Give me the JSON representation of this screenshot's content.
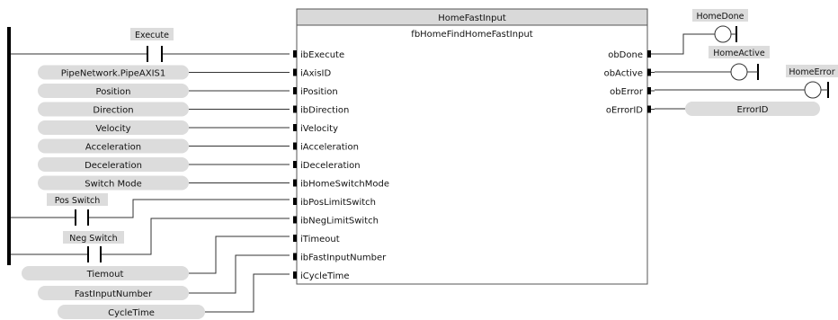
{
  "block": {
    "type_name": "HomeFastInput",
    "instance_name": "fbHomeFindHomeFastInput",
    "inputs": [
      "ibExecute",
      "iAxisID",
      "iPosition",
      "ibDirection",
      "iVelocity",
      "iAcceleration",
      "iDeceleration",
      "ibHomeSwitchMode",
      "ibPosLimitSwitch",
      "ibNegLimitSwitch",
      "iTimeout",
      "ibFastInputNumber",
      "iCycleTime"
    ],
    "outputs": [
      "obDone",
      "obActive",
      "obError",
      "oErrorID"
    ]
  },
  "input_variables": [
    "PipeNetwork.PipeAXIS1",
    "Position",
    "Direction",
    "Velocity",
    "Acceleration",
    "Deceleration",
    "Switch Mode"
  ],
  "bottom_variables": [
    "Tiemout",
    "FastInputNumber",
    "CycleTime"
  ],
  "contacts": {
    "execute": "Execute",
    "pos_switch": "Pos Switch",
    "neg_switch": "Neg Switch"
  },
  "coils": {
    "home_done": "HomeDone",
    "home_active": "HomeActive",
    "home_error": "HomeError"
  },
  "output_variable": "ErrorID",
  "colors": {
    "block_header": "#d9d9d9",
    "pill": "#dcdcdc",
    "wire": "#333333"
  }
}
